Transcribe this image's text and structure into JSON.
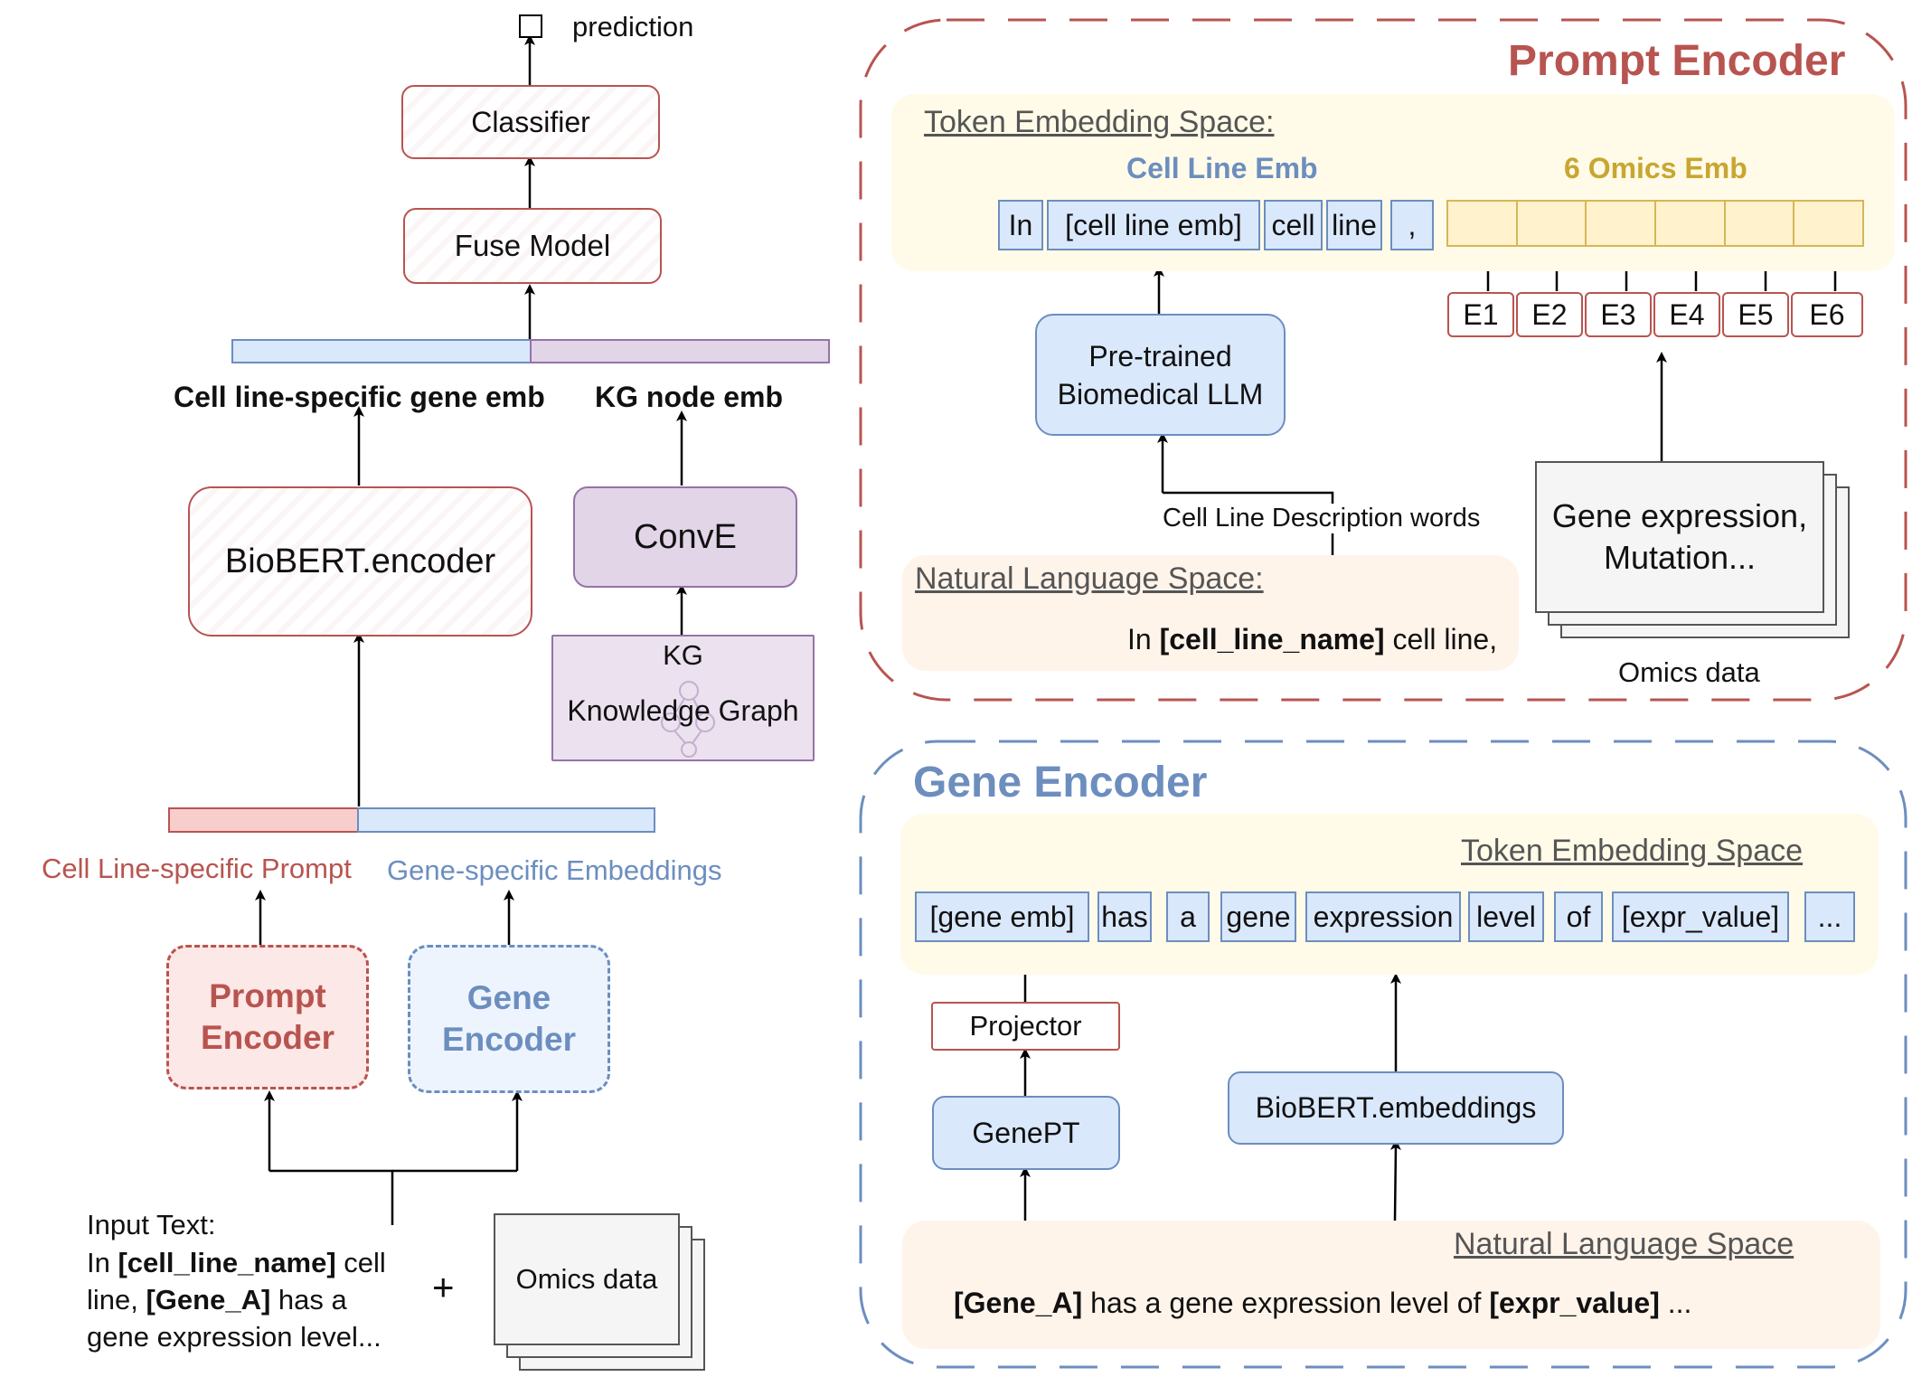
{
  "left": {
    "prediction_label": "prediction",
    "classifier": "Classifier",
    "fuse_model": "Fuse Model",
    "cell_gene_emb_label": "Cell line-specific gene emb",
    "kg_node_emb_label": "KG node emb",
    "biobert_encoder": "BioBERT.encoder",
    "conve": "ConvE",
    "kg_title": "KG",
    "kg_subtitle": "Knowledge Graph",
    "cell_prompt_label": "Cell Line-specific Prompt",
    "gene_emb_label": "Gene-specific Embeddings",
    "prompt_encoder_line1": "Prompt",
    "prompt_encoder_line2": "Encoder",
    "gene_encoder_line1": "Gene",
    "gene_encoder_line2": "Encoder",
    "input_text_title": "Input Text:",
    "input_in": "In ",
    "input_cell_line_name": "[cell_line_name]",
    "input_cell": " cell",
    "input_line": "line, ",
    "input_gene_a": "[Gene_A]",
    "input_has_a": " has a",
    "input_rest": "gene expression level...",
    "plus": "+",
    "omics_data": "Omics data"
  },
  "prompt_encoder": {
    "title": "Prompt Encoder",
    "token_space_label": "Token Embedding Space:",
    "cell_line_emb_label": "Cell Line Emb",
    "omics_emb_label": "6 Omics Emb",
    "tokens": [
      "In",
      "[cell line emb]",
      "cell",
      "line",
      ","
    ],
    "e_labels": [
      "E1",
      "E2",
      "E3",
      "E4",
      "E5",
      "E6"
    ],
    "llm_line1": "Pre-trained",
    "llm_line2": "Biomedical LLM",
    "description_words": "Cell Line Description words",
    "nl_space_label": "Natural Language Space:",
    "nl_in": "In ",
    "nl_cell_line_name": "[cell_line_name]",
    "nl_rest": " cell line,",
    "omics_line1": "Gene expression,",
    "omics_line2": "Mutation...",
    "omics_caption": "Omics data"
  },
  "gene_encoder": {
    "title": "Gene Encoder",
    "token_space_label": "Token Embedding Space",
    "tokens": [
      "[gene emb]",
      "has",
      "a",
      "gene",
      "expression",
      "level",
      "of",
      "[expr_value]",
      "..."
    ],
    "projector": "Projector",
    "genept": "GenePT",
    "biobert_embeddings": "BioBERT.embeddings",
    "nl_space_label": "Natural Language Space",
    "nl_gene_a": "[Gene_A]",
    "nl_mid": " has a gene expression level of ",
    "nl_expr_value": "[expr_value]",
    "nl_end": " ..."
  },
  "colors": {
    "red": "#b85450",
    "blue": "#6c8ebf",
    "purple": "#9673a6",
    "yellow_bg": "#fffbe8",
    "peach_bg": "#fff4ea",
    "omics_yellow": "#d6b656",
    "omics_label": "#c9a631"
  }
}
